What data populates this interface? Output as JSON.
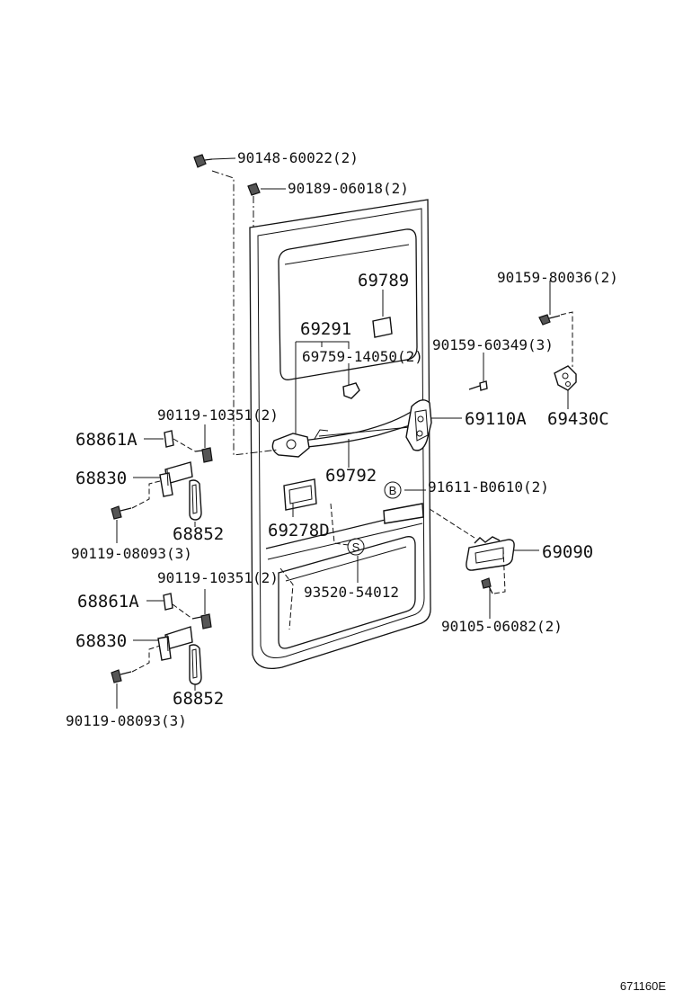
{
  "parts": {
    "p1": "90148-60022(2)",
    "p2": "90189-06018(2)",
    "p3": "69789",
    "p4": "90159-80036(2)",
    "p5": "69291",
    "p6": "69759-14050(2)",
    "p7": "90159-60349(3)",
    "p8": "90119-10351(2)",
    "p9": "69110A",
    "p10": "69430C",
    "p11": "68861A",
    "p12": "68830",
    "p13": "69792",
    "p14": "91611-B0610(2)",
    "p15": "68852",
    "p16": "69278D",
    "p17": "69090",
    "p18": "90119-08093(3)",
    "p19": "90119-10351(2)",
    "p20": "93520-54012",
    "p21": "68861A",
    "p22": "90105-06082(2)",
    "p23": "68830",
    "p24": "68852",
    "p25": "90119-08093(3)"
  },
  "markers": {
    "b": "B",
    "s": "S"
  },
  "reference": "671160E"
}
